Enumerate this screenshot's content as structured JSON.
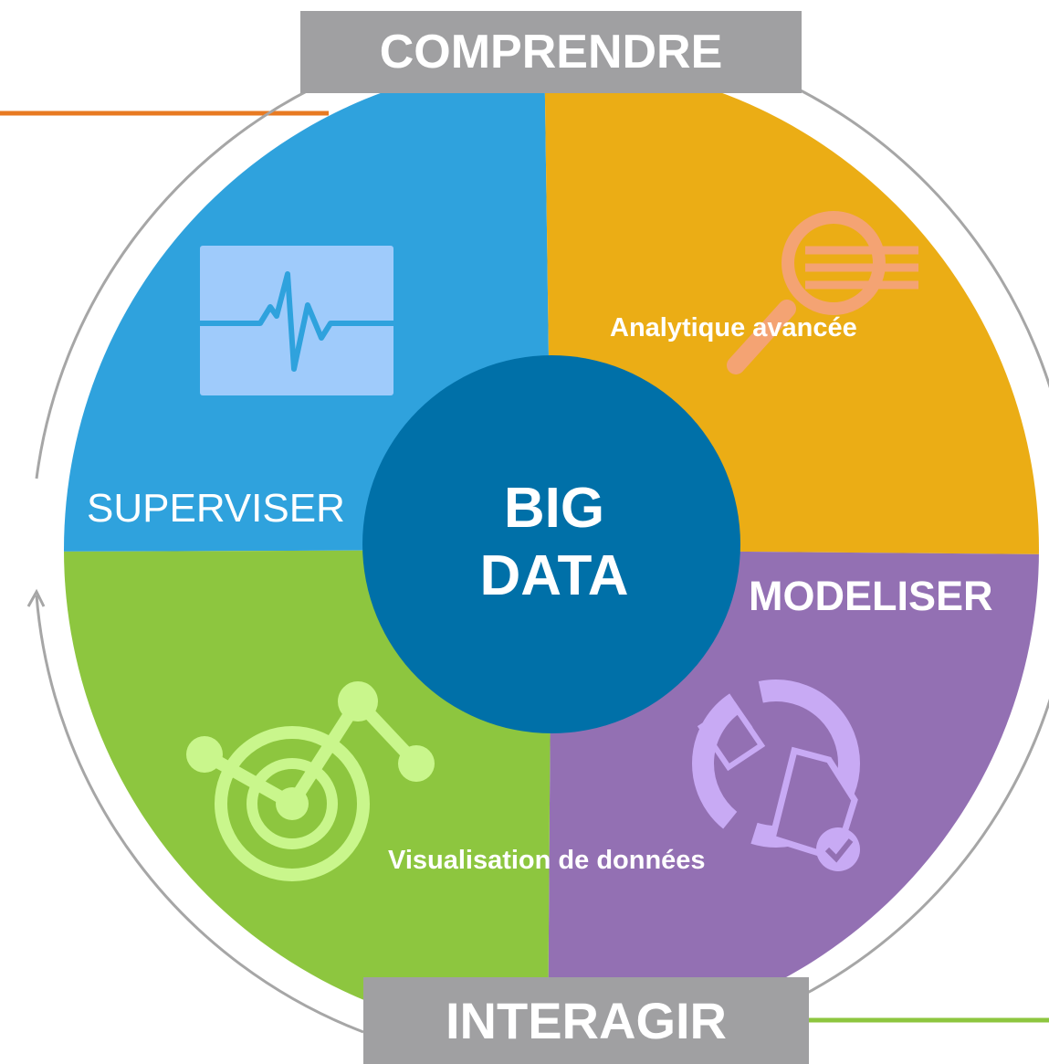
{
  "header": {
    "label": "COMPRENDRE"
  },
  "footer": {
    "label": "INTERAGIR"
  },
  "center": {
    "line1": "BIG",
    "line2": "DATA"
  },
  "segments": [
    {
      "name": "superviser",
      "label": "SUPERVISER",
      "color": "#2fa2dd",
      "icon": "heartbeat-monitor-icon"
    },
    {
      "name": "analytique",
      "label": "Analytique avancée",
      "color": "#ebad15",
      "icon": "magnifier-icon"
    },
    {
      "name": "modeliser",
      "label": "MODELISER",
      "color": "#9370b3",
      "icon": "document-cycle-icon"
    },
    {
      "name": "visualisation",
      "label": "Visualisation de données",
      "color": "#8dc63f",
      "icon": "radar-chart-icon"
    }
  ],
  "colors": {
    "center": "#0070a8",
    "ring": "#a6a6a6",
    "label_box": "#a0a0a2",
    "orange_line": "#e87a22",
    "green_line": "#8dc63f"
  }
}
